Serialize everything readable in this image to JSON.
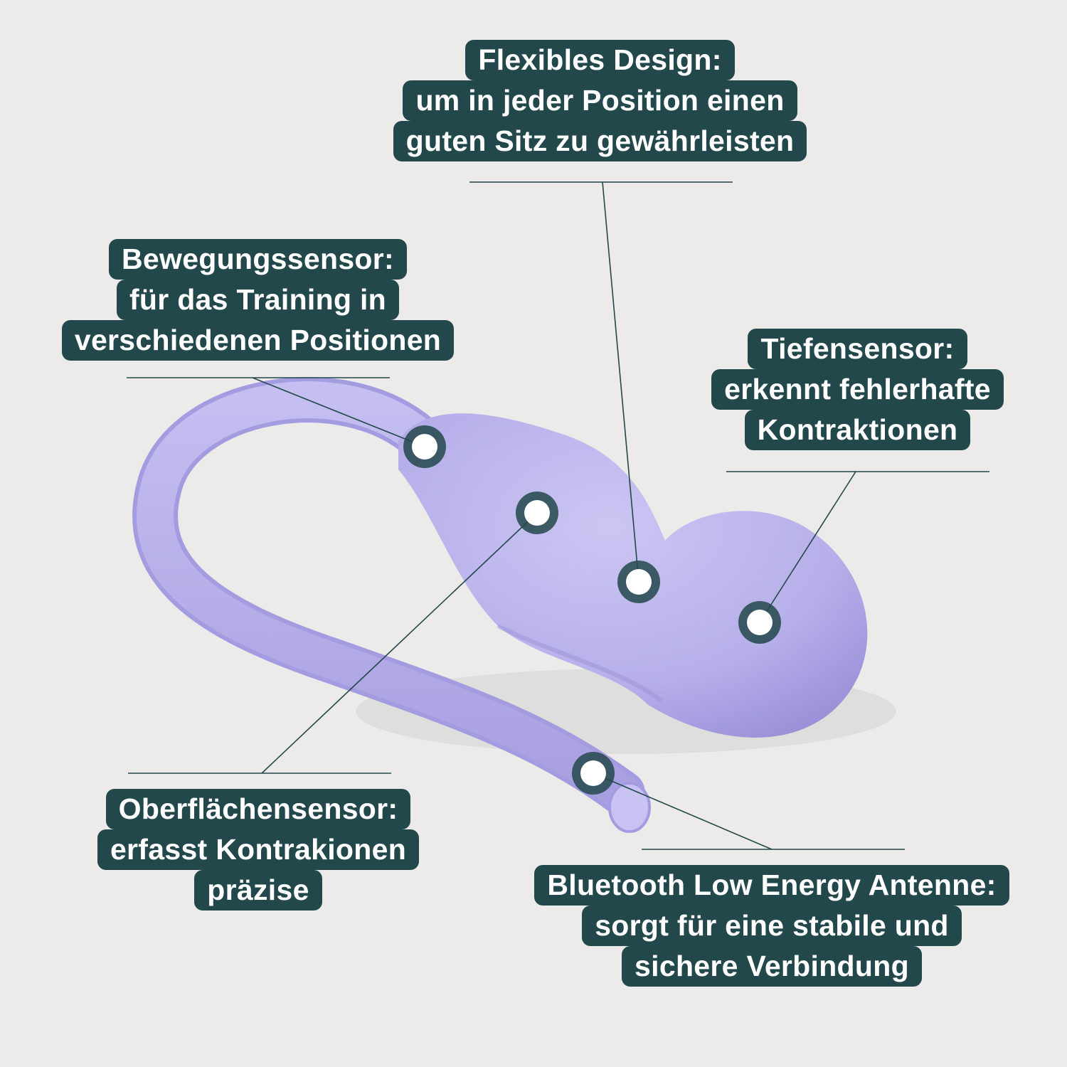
{
  "colors": {
    "background": "#ecebea",
    "label_background": "#23484b",
    "label_text": "#ffffff",
    "device": "#b9b2ea",
    "device_shadow": "#9d94d9",
    "leader_line": "#23484b",
    "marker_ring": "#3b5f62",
    "marker_dot": "#ffffff"
  },
  "product": {
    "image": "lavender-pelvic-floor-trainer-device"
  },
  "callouts": {
    "flexibles_design": {
      "lines": [
        "Flexibles Design:",
        "um in jeder Position einen",
        "guten Sitz zu gewährleisten"
      ]
    },
    "bewegungssensor": {
      "lines": [
        "Bewegungssensor:",
        "für das Training in",
        "verschiedenen Positionen"
      ]
    },
    "tiefensensor": {
      "lines": [
        "Tiefensensor:",
        "erkennt fehlerhafte",
        "Kontraktionen"
      ]
    },
    "oberflaechensensor": {
      "lines": [
        "Oberflächensensor:",
        "erfasst Kontrakionen",
        "präzise"
      ]
    },
    "bluetooth": {
      "lines": [
        "Bluetooth Low Energy Antenne:",
        "sorgt für eine stabile und",
        "sichere Verbindung"
      ]
    }
  }
}
